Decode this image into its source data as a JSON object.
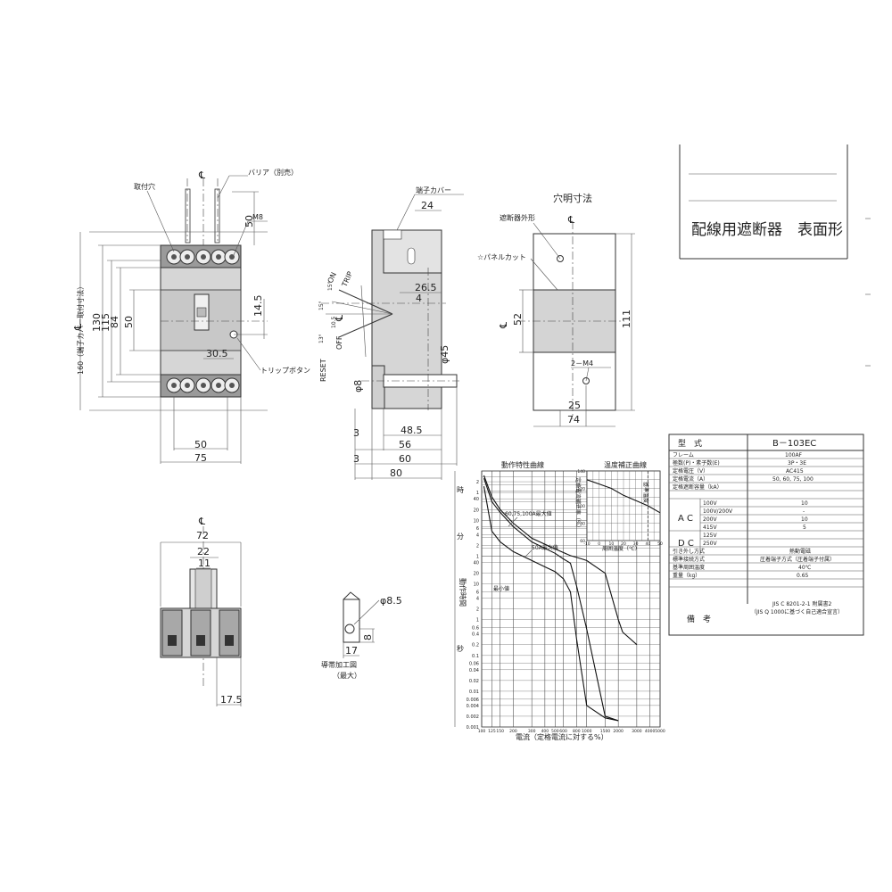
{
  "title_block": {
    "title": "配線用遮断器　表面形"
  },
  "front_view": {
    "labels": {
      "mounting_hole": "取付穴",
      "centerline": "℄",
      "barrier": "バリア（別売）",
      "screw": "M8",
      "trip_button": "トリップボタン"
    },
    "dims": {
      "d160": "160（端子カバー取付寸法）",
      "d130": "130",
      "d115": "115",
      "d84": "84",
      "d50v": "50",
      "d50top": "50",
      "d14_5": "14.5",
      "d30_5": "30.5",
      "d50h": "50",
      "d75": "75"
    }
  },
  "side_view": {
    "labels": {
      "terminal_cover": "端子カバー",
      "on": "ON",
      "trip": "TRIP",
      "off": "OFF",
      "reset": "RESET",
      "centerline": "℄"
    },
    "dims": {
      "d24": "24",
      "d26_5": "26.5",
      "d4": "4",
      "d45": "φ45",
      "d8": "φ8",
      "d10_5": "10.5",
      "a15": "15°",
      "a13": "13°",
      "a15b": "15°",
      "d48_5": "48.5",
      "d56": "56",
      "d60": "60",
      "d80": "80",
      "d3a": "3",
      "d3b": "3"
    }
  },
  "hole_view": {
    "labels": {
      "title": "穴明寸法",
      "outline": "遮断器外形",
      "panel_cut": "☆パネルカット",
      "screw": "2－M4",
      "centerline": "℄"
    },
    "dims": {
      "d111": "111",
      "d52": "52",
      "d25": "25",
      "d74": "74"
    }
  },
  "bottom_view": {
    "labels": {
      "centerline": "℄"
    },
    "dims": {
      "d72": "72",
      "d22": "22",
      "d11": "11",
      "d17_5": "17.5"
    }
  },
  "conductor_view": {
    "labels": {
      "title": "導帯加工図",
      "sub": "（最大）"
    },
    "dims": {
      "d8_5": "φ8.5",
      "d8": "8",
      "d17": "17"
    }
  },
  "spec_table": {
    "rows": [
      {
        "label": "型　式",
        "value": "B－103EC"
      },
      {
        "label": "フレーム",
        "value": "100AF"
      },
      {
        "label": "極数(P)・素子数(E)",
        "value": "3P・3E"
      },
      {
        "label": "定格電圧（V）",
        "value": "AC415"
      },
      {
        "label": "定格電流（A）",
        "value": "50, 60, 75, 100"
      },
      {
        "label": "定格遮断容量（kA）",
        "value": ""
      }
    ],
    "breaking": {
      "ac_label": "A C",
      "dc_label": "D C",
      "ac": [
        {
          "v": "100V",
          "val": "10"
        },
        {
          "v": "100V/200V",
          "val": "-"
        },
        {
          "v": "200V",
          "val": "10"
        },
        {
          "v": "415V",
          "val": "5"
        }
      ],
      "dc": [
        {
          "v": "125V",
          "val": ""
        },
        {
          "v": "250V",
          "val": ""
        }
      ]
    },
    "rows2": [
      {
        "label": "引き外し方式",
        "value": "熱動電磁"
      },
      {
        "label": "標準接続方式",
        "value": "圧着端子方式（圧着端子付属）"
      },
      {
        "label": "基準周囲温度",
        "value": "40℃"
      },
      {
        "label": "重量（kg）",
        "value": "0.65"
      }
    ],
    "remarks_label": "備　考",
    "remarks": [
      "JIS C 8201-2-1 附属書2",
      "（JIS Q 1000に基づく自己適合宣言）"
    ]
  },
  "temp_chart": {
    "title": "温度補正曲線",
    "xlabel": "周囲温度（℃）",
    "ylabel": "定格電流補正率（%）",
    "reference_label": "基準温度"
  },
  "trip_chart": {
    "title": "動作特性曲線",
    "xlabel": "電流（定格電流に対する%）",
    "ylabel_hours": "時",
    "ylabel_minutes": "分",
    "ylabel_seconds": "秒",
    "ylabel_main": "動作時間",
    "annotations": {
      "max_60_75_100": "60,75,100A最大値",
      "max_50": "50A最大値",
      "min": "最小値"
    }
  },
  "chart_data": [
    {
      "type": "line",
      "title": "動作特性曲線",
      "xlabel": "電流（定格電流に対する%）",
      "x_scale": "log",
      "x_ticks": [
        100,
        125,
        150,
        200,
        300,
        400,
        500,
        600,
        800,
        1000,
        1500,
        2000,
        3000,
        4000,
        5000
      ],
      "y_scale": "log",
      "y_band_labels": [
        "時",
        "分",
        "秒"
      ],
      "y_tick_labels": {
        "hours": [
          "2",
          "1"
        ],
        "minutes": [
          "40",
          "20",
          "10",
          "6",
          "4",
          "2",
          "1"
        ],
        "seconds": [
          "40",
          "20",
          "10",
          "6",
          "4",
          "2",
          "1",
          "0.6",
          "0.4",
          "0.2",
          "0.1",
          "0.06",
          "0.04",
          "0.02",
          "0.01",
          "0.006",
          "0.004",
          "0.002",
          "0.001"
        ]
      },
      "series": [
        {
          "name": "60,75,100A最大値",
          "x": [
            105,
            125,
            150,
            200,
            300,
            500,
            700,
            900,
            1000,
            1500,
            2000,
            2200,
            3000
          ],
          "t_seconds": [
            10800,
            2700,
            1200,
            500,
            190,
            95,
            62,
            50,
            45,
            20,
            1.0,
            0.45,
            0.2
          ]
        },
        {
          "name": "50A最大値",
          "x": [
            105,
            125,
            150,
            200,
            300,
            500,
            600,
            700,
            800,
            1000,
            1500,
            2000
          ],
          "t_seconds": [
            9000,
            2000,
            1000,
            400,
            150,
            72,
            50,
            38,
            9,
            0.55,
            0.002,
            0.0015
          ]
        },
        {
          "name": "最小値",
          "x": [
            105,
            125,
            150,
            200,
            300,
            400,
            500,
            600,
            700,
            800,
            1000,
            1500,
            2000
          ],
          "t_seconds": [
            5400,
            300,
            150,
            80,
            45,
            30,
            22,
            14,
            6,
            0.3,
            0.004,
            0.0018,
            0.0015
          ]
        }
      ]
    },
    {
      "type": "line",
      "title": "温度補正曲線",
      "xlabel": "周囲温度（℃）",
      "ylabel": "定格電流補正率（%）",
      "x": [
        -10,
        0,
        10,
        20,
        30,
        40,
        50
      ],
      "xlim": [
        -10,
        50
      ],
      "ylim": [
        60,
        140
      ],
      "x_ticks": [
        -10,
        0,
        10,
        20,
        30,
        40,
        50
      ],
      "y_ticks": [
        60,
        80,
        100,
        120,
        140
      ],
      "series": [
        {
          "name": "",
          "values": [
            130,
            125,
            120,
            112,
            106,
            100,
            92
          ]
        }
      ]
    }
  ]
}
